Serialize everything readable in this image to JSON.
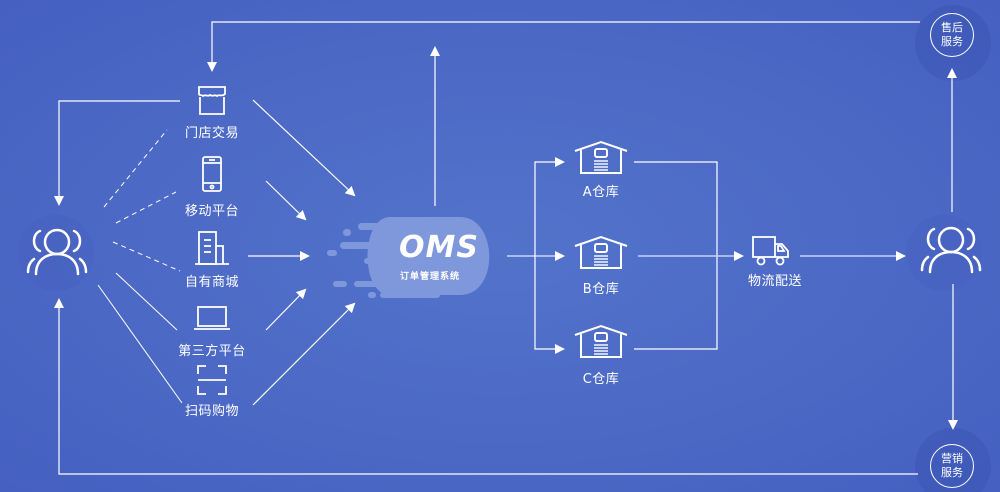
{
  "diagram": {
    "title": "OMS",
    "subtitle": "订单管理系统",
    "colors": {
      "background": "#4d6bc6",
      "line": "#ffffff",
      "oms_blob": "#7f98db"
    },
    "channels": [
      {
        "id": "store",
        "label": "门店交易",
        "icon": "storefront-icon"
      },
      {
        "id": "mobile",
        "label": "移动平台",
        "icon": "smartphone-icon"
      },
      {
        "id": "mall",
        "label": "自有商城",
        "icon": "building-icon"
      },
      {
        "id": "third",
        "label": "第三方平台",
        "icon": "laptop-icon"
      },
      {
        "id": "scan",
        "label": "扫码购物",
        "icon": "scan-icon"
      }
    ],
    "warehouses": [
      {
        "id": "a",
        "label": "A仓库"
      },
      {
        "id": "b",
        "label": "B仓库"
      },
      {
        "id": "c",
        "label": "C仓库"
      }
    ],
    "logistics": {
      "label": "物流配送",
      "icon": "truck-icon"
    },
    "services": {
      "after_sales": {
        "line1": "售后",
        "line2": "服务"
      },
      "marketing": {
        "line1": "营销",
        "line2": "服务"
      }
    },
    "left_customer": {
      "icon": "customers-icon"
    },
    "right_customer": {
      "icon": "customers-icon"
    }
  }
}
